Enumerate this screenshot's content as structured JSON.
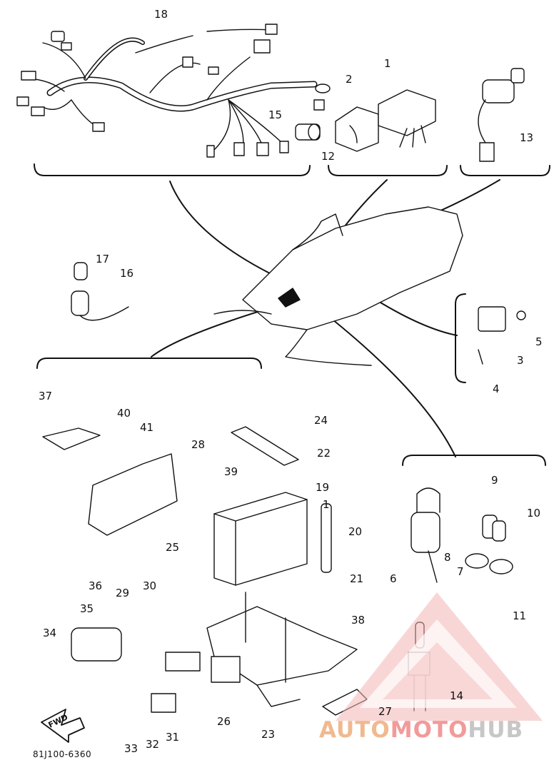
{
  "diagram": {
    "part_code": "81J100-6360",
    "fwd_label": "FWD",
    "watermark": {
      "part1": "AUTO",
      "part2": "MOTO",
      "part3": "HUB"
    },
    "callouts": {
      "n1": "1",
      "n2": "2",
      "n3": "3",
      "n4": "4",
      "n5": "5",
      "n6": "6",
      "n7": "7",
      "n8": "8",
      "n9": "9",
      "n10": "10",
      "n11": "11",
      "n12": "12",
      "n13": "13",
      "n14": "14",
      "n15": "15",
      "n16": "16",
      "n17": "17",
      "n18": "18",
      "n19": "19",
      "n20": "20",
      "n21": "21",
      "n22": "22",
      "n23": "23",
      "n24": "24",
      "n25": "25",
      "n26": "26",
      "n27": "27",
      "n28": "28",
      "n29": "29",
      "n30": "30",
      "n31": "31",
      "n32": "32",
      "n33": "33",
      "n34": "34",
      "n35": "35",
      "n36": "36",
      "n37": "37",
      "n38": "38",
      "n39": "39",
      "n40": "40",
      "n41": "41"
    }
  }
}
